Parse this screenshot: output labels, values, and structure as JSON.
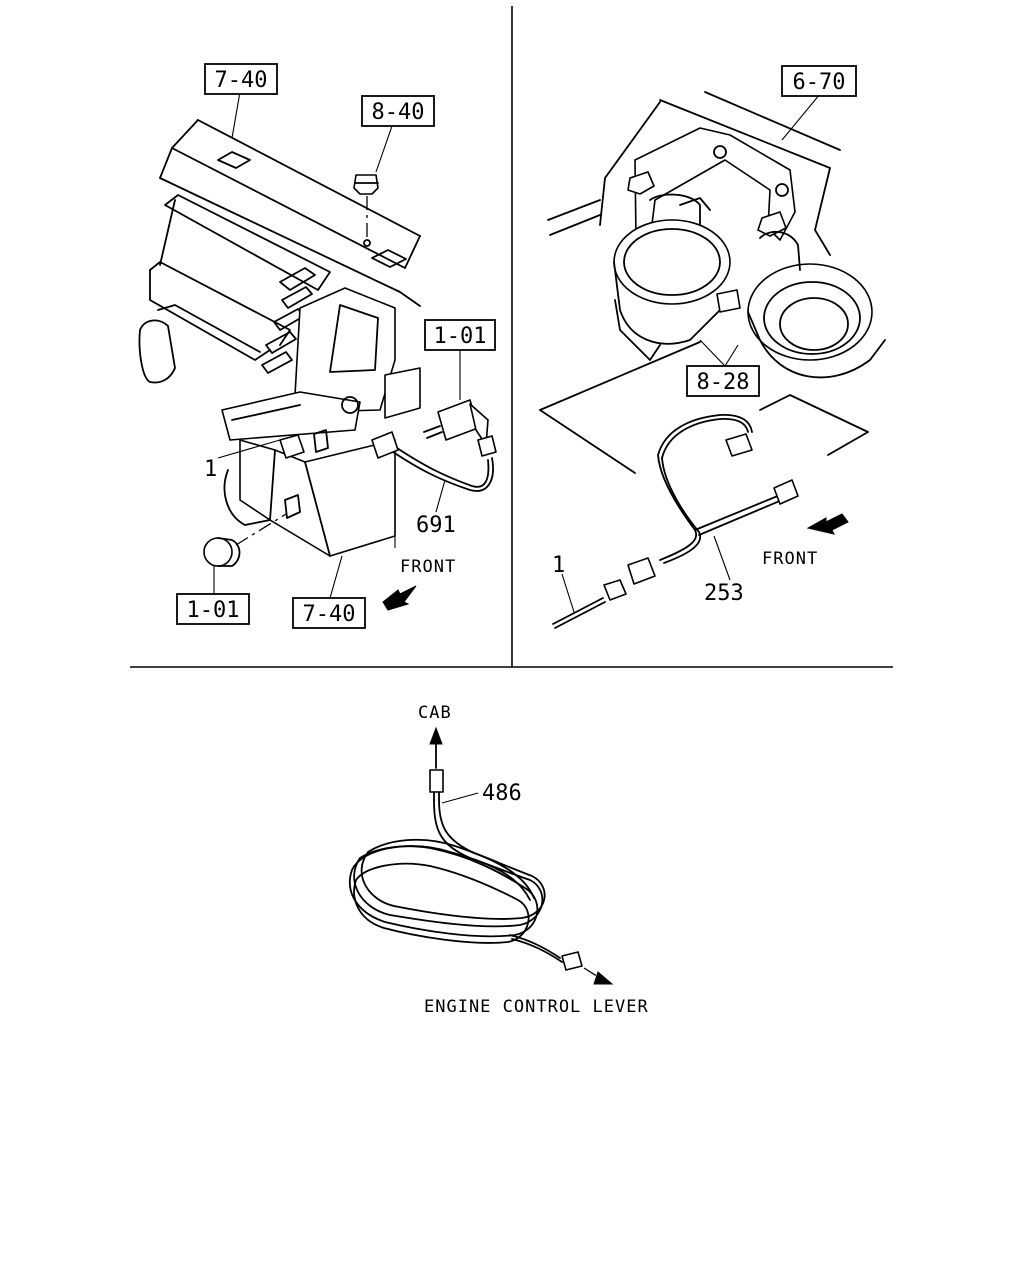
{
  "refs": {
    "ref_7_40_top": "7-40",
    "ref_8_40": "8-40",
    "ref_1_01_right": "1-01",
    "ref_1_01_left": "1-01",
    "ref_7_40_bottom": "7-40",
    "ref_6_70": "6-70",
    "ref_8_28": "8-28"
  },
  "parts": {
    "part_1_left": "1",
    "part_691": "691",
    "part_1_right": "1",
    "part_253": "253",
    "part_486": "486"
  },
  "directions": {
    "front_left": "FRONT",
    "front_right": "FRONT",
    "cab": "CAB",
    "engine_control_lever": "ENGINE CONTROL LEVER"
  }
}
